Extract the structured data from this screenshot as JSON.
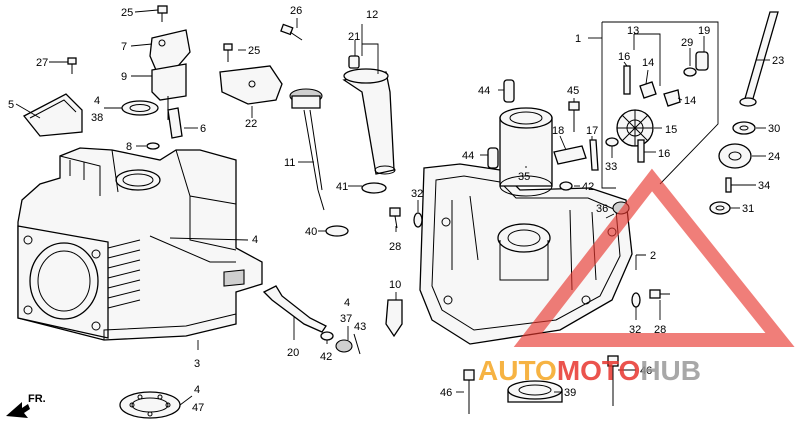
{
  "callouts": {
    "c25a": "25",
    "c7": "7",
    "c9": "9",
    "c27": "27",
    "c5": "5",
    "c4a": "4",
    "c38": "38",
    "c6": "6",
    "c8": "8",
    "c4b": "4",
    "c3": "3",
    "c4c": "4",
    "c47": "47",
    "c26": "26",
    "c25b": "25",
    "c22": "22",
    "c12": "12",
    "c21": "21",
    "c11": "11",
    "c41": "41",
    "c40": "40",
    "c20": "20",
    "c4d": "4",
    "c37": "37",
    "c43": "43",
    "c42a": "42",
    "c10": "10",
    "c32a": "32",
    "c28a": "28",
    "c44a": "44",
    "c44b": "44",
    "c45": "45",
    "c18": "18",
    "c17": "17",
    "c35": "35",
    "c42b": "42",
    "c33": "33",
    "c1": "1",
    "c13": "13",
    "c29": "29",
    "c19": "19",
    "c16a": "16",
    "c14a": "14",
    "c14b": "14",
    "c15": "15",
    "c16b": "16",
    "c23": "23",
    "c30": "30",
    "c24": "24",
    "c34": "34",
    "c31": "31",
    "c36": "36",
    "c2": "2",
    "c32b": "32",
    "c28b": "28",
    "c46a": "46",
    "c46b": "46",
    "c39": "39"
  },
  "front_label": "FR.",
  "watermark": {
    "part1": "AUTO",
    "part2": "MOTO",
    "part3": "HUB",
    "color1": "#f5a623",
    "color2": "#e8362e",
    "color3": "#9a9a9a"
  }
}
